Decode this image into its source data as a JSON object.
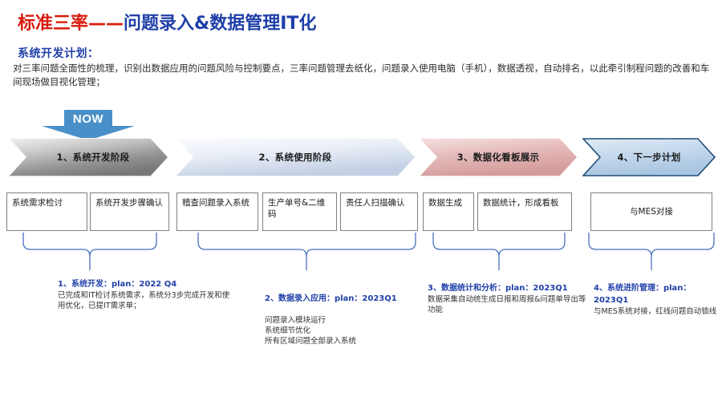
{
  "title": {
    "red": "标准三率——",
    "blue": "问题录入&数据管理IT化"
  },
  "intro": {
    "heading": "系统开发计划：",
    "paragraph": "对三率问题全面性的梳理，识别出数据应用的问题风险与控制要点，三率问题管理去纸化，问题录入使用电脑（手机），数据透视，自动排名，以此牵引制程问题的改善和车间现场做目视化管理；"
  },
  "now": {
    "label": "NOW"
  },
  "phases": [
    {
      "label": "1、系统开发阶段",
      "color": "#9b9b9b"
    },
    {
      "label": "2、系统使用阶段",
      "color": "#ccd6e8"
    },
    {
      "label": "3、数据化看板展示",
      "color": "#dda9a9"
    },
    {
      "label": "4、下一步计划",
      "color": "#b6cde6"
    }
  ],
  "boxes": [
    {
      "text": "系统需求检讨"
    },
    {
      "text": "系统开发步骤确认"
    },
    {
      "text": "稽查问题录入系统"
    },
    {
      "text": "生产单号&二维码"
    },
    {
      "text": "责任人扫描确认"
    },
    {
      "text": "数据生成"
    },
    {
      "text": "数据统计，形成看板"
    },
    {
      "text": "与MES对接"
    }
  ],
  "notes": [
    {
      "heading": "1、系统开发：plan：2022 Q4",
      "body": "已完成和IT检讨系统需求，系统分3步完成开发和使用优化，已提IT需求单；"
    },
    {
      "heading": "2、数据录入应用：plan：2023Q1",
      "body": "问题录入模块运行\n系统细节优化\n所有区域问题全部录入系统"
    },
    {
      "heading": "3、数据统计和分析：plan：2023Q1",
      "body": "数据采集自动统生成日报和周报&问题单导出等功能"
    },
    {
      "heading": "4、系统进阶管理：plan：2023Q1",
      "body": "与MES系统对接，红线问题自动锁线"
    }
  ],
  "colors": {
    "title_red": "#d81b0f",
    "title_blue": "#1f3fa8",
    "now_arrow": "#4a90c8",
    "brace": "#4a6fc0",
    "note_heading": "#1f3fa8"
  }
}
